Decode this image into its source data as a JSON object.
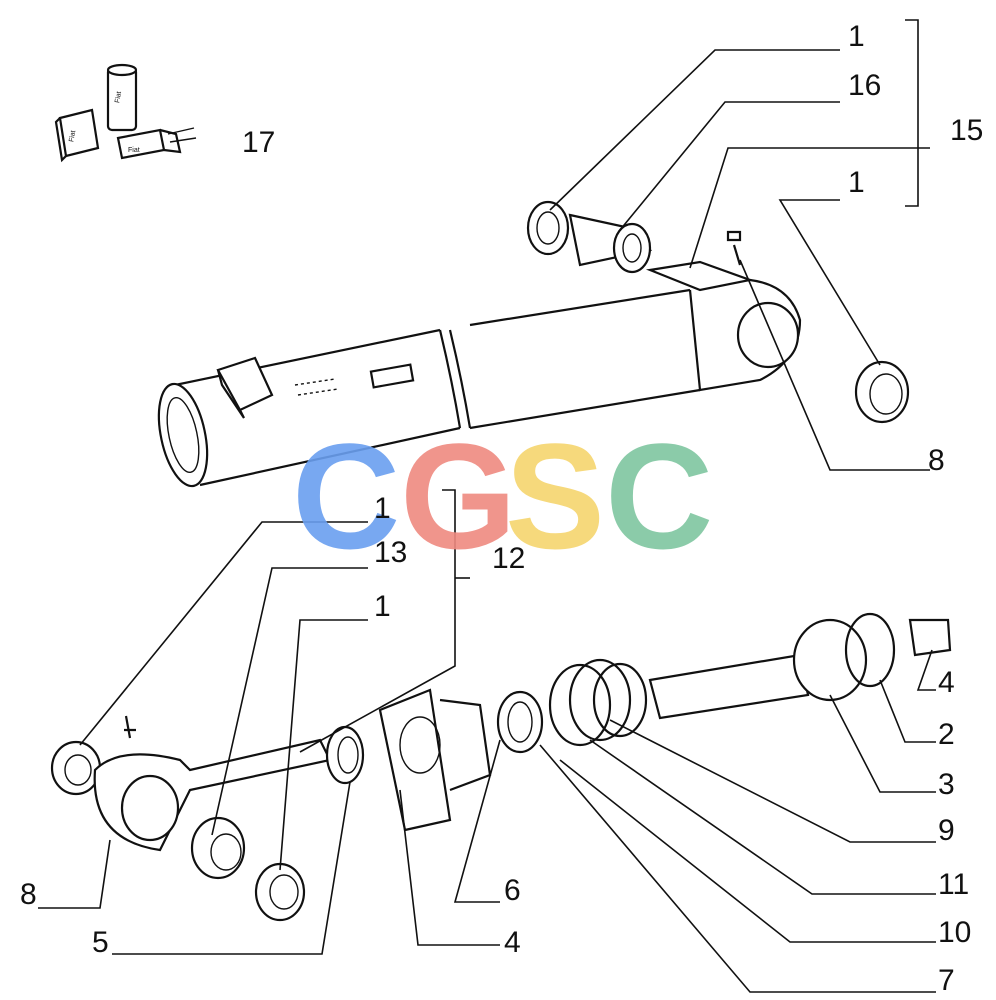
{
  "diagram": {
    "callouts": [
      {
        "id": "c1-top",
        "text": "1"
      },
      {
        "id": "c16",
        "text": "16"
      },
      {
        "id": "c15",
        "text": "15"
      },
      {
        "id": "c1-right",
        "text": "1"
      },
      {
        "id": "c17",
        "text": "17"
      },
      {
        "id": "c8-right",
        "text": "8"
      },
      {
        "id": "c1-mid",
        "text": "1"
      },
      {
        "id": "c13",
        "text": "13"
      },
      {
        "id": "c12",
        "text": "12"
      },
      {
        "id": "c1-low",
        "text": "1"
      },
      {
        "id": "c4-right",
        "text": "4"
      },
      {
        "id": "c2",
        "text": "2"
      },
      {
        "id": "c3",
        "text": "3"
      },
      {
        "id": "c9",
        "text": "9"
      },
      {
        "id": "c11",
        "text": "11"
      },
      {
        "id": "c10",
        "text": "10"
      },
      {
        "id": "c7",
        "text": "7"
      },
      {
        "id": "c8-left",
        "text": "8"
      },
      {
        "id": "c5",
        "text": "5"
      },
      {
        "id": "c6",
        "text": "6"
      },
      {
        "id": "c4-bottom",
        "text": "4"
      }
    ],
    "kit_box_text": [
      "Fiat",
      "Fiat",
      "Fiat"
    ]
  },
  "watermark": {
    "letters": [
      "C",
      "G",
      "S",
      "C"
    ],
    "colors": [
      "#6a9ff0",
      "#ef8a80",
      "#f6d56e",
      "#7fc6a0"
    ]
  }
}
